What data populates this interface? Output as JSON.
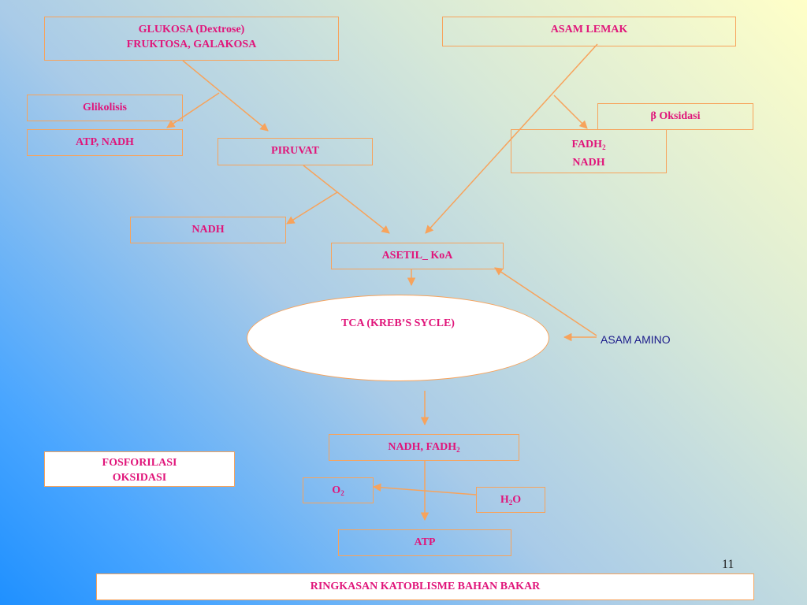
{
  "slide": {
    "page_number": "11",
    "footer": "RINGKASAN KATOBLISME  BAHAN BAKAR"
  },
  "nodes": {
    "glukosa": {
      "line1": "GLUKOSA (Dextrose)",
      "line2": "FRUKTOSA, GALAKOSA"
    },
    "asam_lemak": "ASAM LEMAK",
    "glikolisis": "Glikolisis",
    "atp_nadh": "ATP, NADH",
    "piruvat": "PIRUVAT",
    "beta_oksidasi": {
      "symbol": "β",
      "text": " Oksidasi"
    },
    "fadh2_nadh": {
      "fadh": "FADH",
      "fadh_sub": "2",
      "nadh": "NADH"
    },
    "nadh": "NADH",
    "asetil_koa": "ASETIL_ KoA",
    "tca": {
      "line1": "TCA",
      "line2": "(KREB’S SYCLE)"
    },
    "asam_amino": "ASAM AMINO",
    "nadh_fadh2": {
      "text": "NADH, FADH",
      "sub": "2"
    },
    "o2": {
      "text": "O",
      "sub": "2"
    },
    "h2o": {
      "h": "H",
      "sub": "2",
      "o": "O"
    },
    "atp": "ATP",
    "fosforilasi": {
      "line1": "FOSFORILASI",
      "line2": "OKSIDASI"
    }
  },
  "colors": {
    "arrow": "#f7a35c",
    "label_text": "#e0157a",
    "plain_text": "#1a1a8a"
  }
}
